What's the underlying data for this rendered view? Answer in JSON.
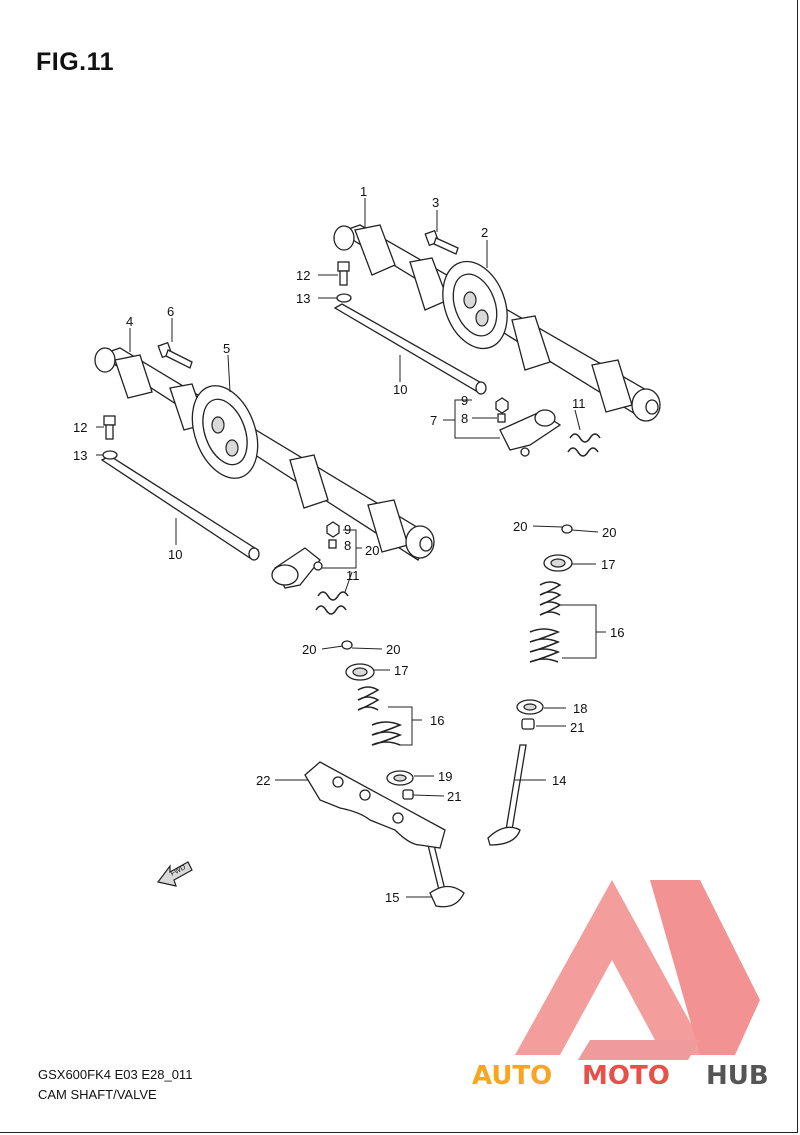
{
  "figure": {
    "title": "FIG.11",
    "model_code": "GSX600FK4 E03 E28_011",
    "caption": "CAM SHAFT/VALVE"
  },
  "callouts": {
    "n1": "1",
    "n2": "2",
    "n3": "3",
    "n4": "4",
    "n5": "5",
    "n6": "6",
    "n7": "7",
    "n8a": "8",
    "n8b": "8",
    "n9a": "9",
    "n9b": "9",
    "n10a": "10",
    "n10b": "10",
    "n11a": "11",
    "n11b": "11",
    "n12a": "12",
    "n12b": "12",
    "n13a": "13",
    "n13b": "13",
    "n14": "14",
    "n15": "15",
    "n16a": "16",
    "n16b": "16",
    "n17a": "17",
    "n17b": "17",
    "n18": "18",
    "n19": "19",
    "n20a": "20",
    "n20b": "20",
    "n20c": "20",
    "n20d": "20",
    "n20e": "20",
    "n21a": "21",
    "n21b": "21",
    "n22": "22"
  },
  "fwd_label": "FWD",
  "watermark": {
    "part1": "AUTO",
    "part2": "MOTO",
    "part3": "HUB",
    "colors": {
      "auto": "#f6a623",
      "moto": "#e8504a",
      "hub": "#555555",
      "logo": "#f28c8c"
    }
  },
  "icons": [
    "fwd-arrow-icon",
    "automotohub-logo-icon"
  ]
}
